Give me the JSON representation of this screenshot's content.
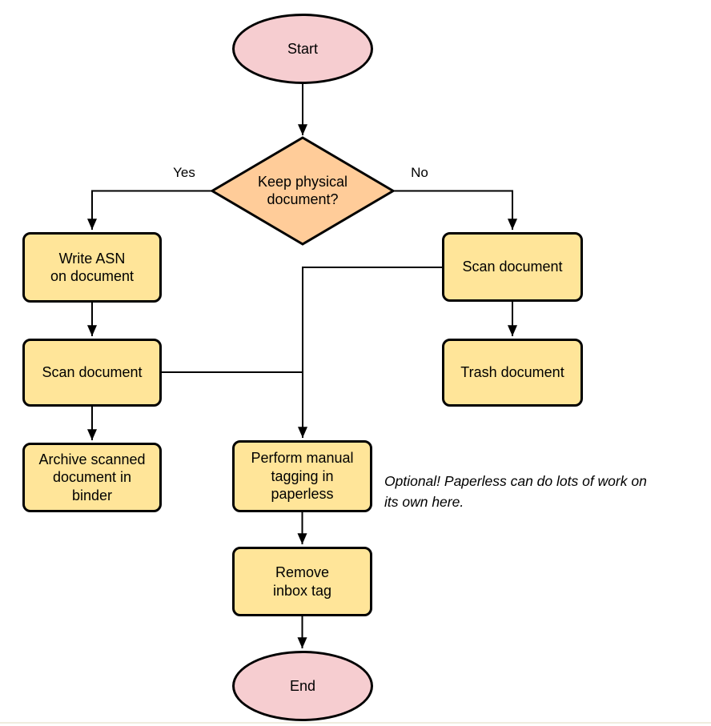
{
  "colors": {
    "terminal_fill": "#f6cdd0",
    "decision_fill": "#ffcc99",
    "process_fill": "#ffe599",
    "stroke": "#000000",
    "background": "#ffffff"
  },
  "nodes": {
    "start": {
      "type": "terminal",
      "label": "Start"
    },
    "decision": {
      "type": "decision",
      "label": "Keep physical\ndocument?"
    },
    "write_asn": {
      "type": "process",
      "label": "Write ASN\non document"
    },
    "scan_left": {
      "type": "process",
      "label": "Scan document"
    },
    "archive": {
      "type": "process",
      "label": "Archive scanned\ndocument in\nbinder"
    },
    "scan_right": {
      "type": "process",
      "label": "Scan document"
    },
    "trash": {
      "type": "process",
      "label": "Trash document"
    },
    "tagging": {
      "type": "process",
      "label": "Perform manual\ntagging in\npaperless"
    },
    "remove_tag": {
      "type": "process",
      "label": "Remove\ninbox tag"
    },
    "end": {
      "type": "terminal",
      "label": "End"
    }
  },
  "edge_labels": {
    "yes": "Yes",
    "no": "No"
  },
  "note": "Optional! Paperless can do lots of work on\nits own here."
}
